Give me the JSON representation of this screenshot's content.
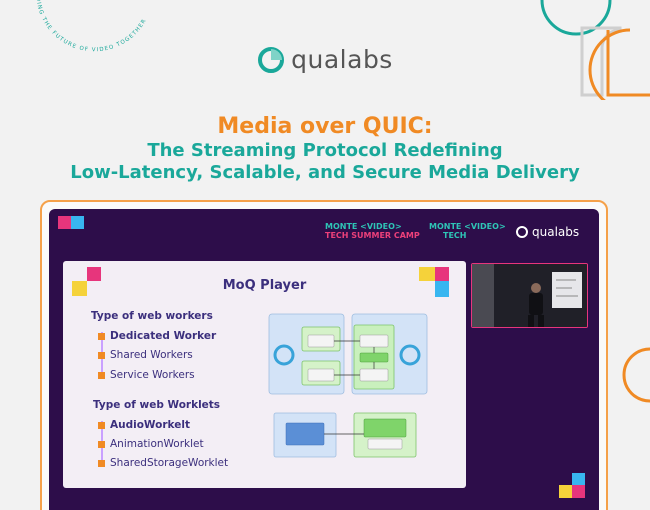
{
  "brand": {
    "logo_text": "qualabs",
    "colors": {
      "orange": "#f08a24",
      "teal": "#1aa89a",
      "purple": "#2d0d4a",
      "pink": "#e7357c"
    }
  },
  "decor": {
    "circular_text": "BUILDING THE FUTURE OF VIDEO TOGETHER"
  },
  "title": {
    "line1": "Media over QUIC:",
    "line2": "The Streaming Protocol Redefining",
    "line3": "Low-Latency, Scalable, and Secure Media Delivery"
  },
  "video_frame": {
    "header": {
      "event1_a": "MONTE <VIDEO>",
      "event1_b": "TECH SUMMER CAMP",
      "event2_a": "MONTE <VIDEO>",
      "event2_b": "TECH",
      "sponsor": "qualabs"
    },
    "slide": {
      "title": "MoQ Player",
      "workers_heading": "Type of web workers",
      "workers": [
        "Dedicated Worker",
        "Shared Workers",
        "Service Workers"
      ],
      "worklets_heading": "Type of web Worklets",
      "worklets": [
        "AudioWorkelt",
        "AnimationWorklet",
        "SharedStorageWorklet"
      ]
    }
  }
}
